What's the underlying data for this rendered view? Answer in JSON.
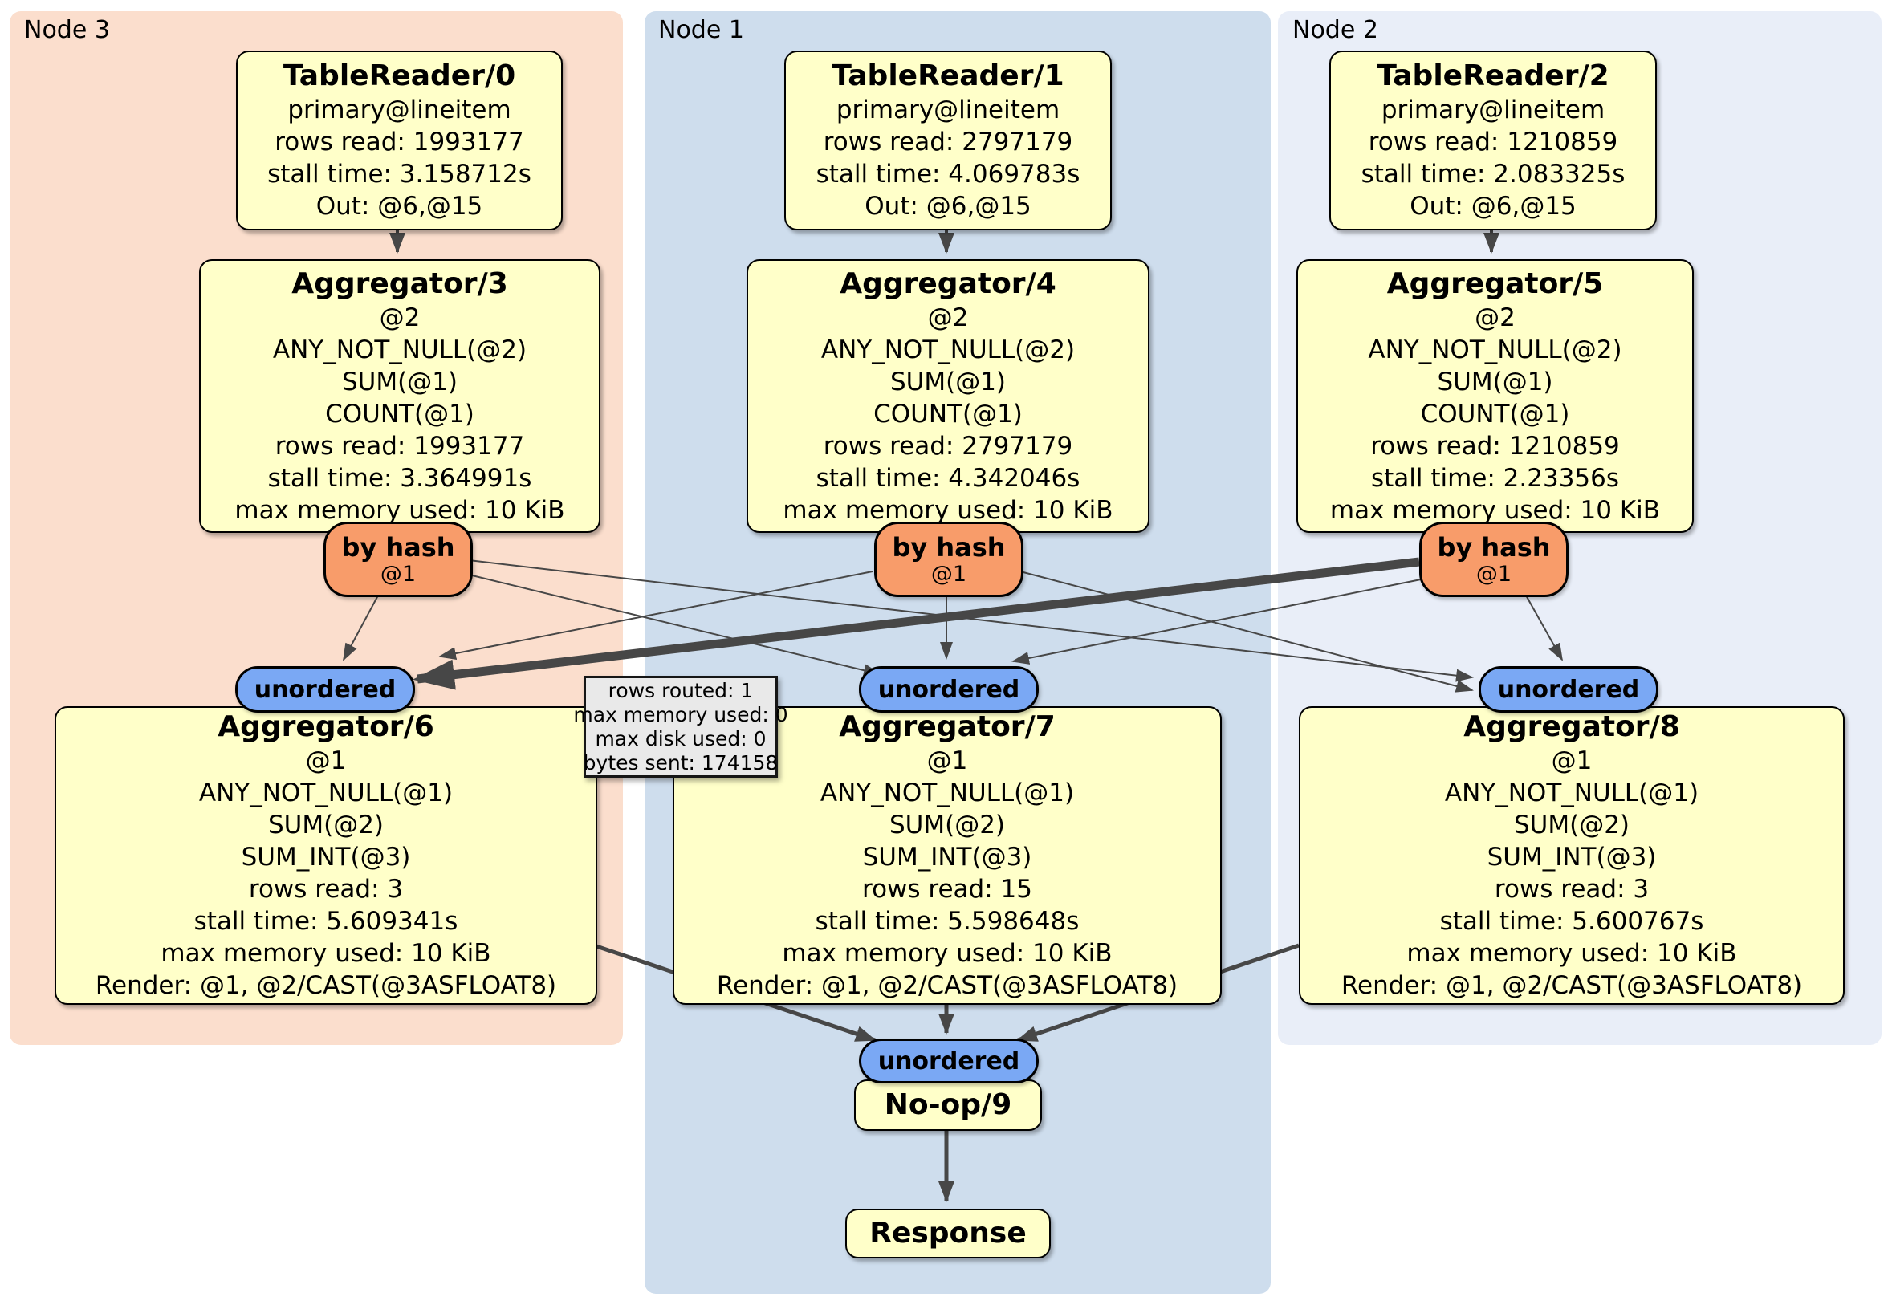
{
  "panels": [
    {
      "id": "node3",
      "label": "Node 3",
      "bg": "#fbdecd"
    },
    {
      "id": "node1",
      "label": "Node 1",
      "bg": "#cedded"
    },
    {
      "id": "node2",
      "label": "Node 2",
      "bg": "#e9eef8"
    }
  ],
  "processors": {
    "tr0": {
      "title": "TableReader/0",
      "lines": [
        "primary@lineitem",
        "rows read: 1993177",
        "stall time: 3.158712s",
        "Out: @6,@15"
      ]
    },
    "tr1": {
      "title": "TableReader/1",
      "lines": [
        "primary@lineitem",
        "rows read: 2797179",
        "stall time: 4.069783s",
        "Out: @6,@15"
      ]
    },
    "tr2": {
      "title": "TableReader/2",
      "lines": [
        "primary@lineitem",
        "rows read: 1210859",
        "stall time: 2.083325s",
        "Out: @6,@15"
      ]
    },
    "agg3": {
      "title": "Aggregator/3",
      "lines": [
        "@2",
        "ANY_NOT_NULL(@2)",
        "SUM(@1)",
        "COUNT(@1)",
        "rows read: 1993177",
        "stall time: 3.364991s",
        "max memory used: 10 KiB"
      ]
    },
    "agg4": {
      "title": "Aggregator/4",
      "lines": [
        "@2",
        "ANY_NOT_NULL(@2)",
        "SUM(@1)",
        "COUNT(@1)",
        "rows read: 2797179",
        "stall time: 4.342046s",
        "max memory used: 10 KiB"
      ]
    },
    "agg5": {
      "title": "Aggregator/5",
      "lines": [
        "@2",
        "ANY_NOT_NULL(@2)",
        "SUM(@1)",
        "COUNT(@1)",
        "rows read: 1210859",
        "stall time: 2.23356s",
        "max memory used: 10 KiB"
      ]
    },
    "agg6": {
      "title": "Aggregator/6",
      "lines": [
        "@1",
        "ANY_NOT_NULL(@1)",
        "SUM(@2)",
        "SUM_INT(@3)",
        "rows read: 3",
        "stall time: 5.609341s",
        "max memory used: 10 KiB",
        "Render: @1, @2/CAST(@3ASFLOAT8)"
      ]
    },
    "agg7": {
      "title": "Aggregator/7",
      "lines": [
        "@1",
        "ANY_NOT_NULL(@1)",
        "SUM(@2)",
        "SUM_INT(@3)",
        "rows read: 15",
        "stall time: 5.598648s",
        "max memory used: 10 KiB",
        "Render: @1, @2/CAST(@3ASFLOAT8)"
      ]
    },
    "agg8": {
      "title": "Aggregator/8",
      "lines": [
        "@1",
        "ANY_NOT_NULL(@1)",
        "SUM(@2)",
        "SUM_INT(@3)",
        "rows read: 3",
        "stall time: 5.600767s",
        "max memory used: 10 KiB",
        "Render: @1, @2/CAST(@3ASFLOAT8)"
      ]
    },
    "noop": {
      "title": "No-op/9"
    },
    "response": {
      "title": "Response"
    }
  },
  "routers": {
    "by_hash_label": "by hash",
    "by_hash_sub": "@1",
    "unordered_label": "unordered"
  },
  "edge_tooltip": {
    "lines": [
      "rows routed: 1",
      "max memory used: 0",
      "max disk used: 0",
      "bytes sent: 174158"
    ]
  },
  "edges": [
    {
      "from": "TableReader/0",
      "to": "Aggregator/3"
    },
    {
      "from": "TableReader/1",
      "to": "Aggregator/4"
    },
    {
      "from": "TableReader/2",
      "to": "Aggregator/5"
    },
    {
      "from": "by hash router of Aggregator/3",
      "to": "unordered sync of Aggregator/6"
    },
    {
      "from": "by hash router of Aggregator/3",
      "to": "unordered sync of Aggregator/7"
    },
    {
      "from": "by hash router of Aggregator/3",
      "to": "unordered sync of Aggregator/8"
    },
    {
      "from": "by hash router of Aggregator/4",
      "to": "unordered sync of Aggregator/6"
    },
    {
      "from": "by hash router of Aggregator/4",
      "to": "unordered sync of Aggregator/7"
    },
    {
      "from": "by hash router of Aggregator/4",
      "to": "unordered sync of Aggregator/8"
    },
    {
      "from": "by hash router of Aggregator/5",
      "to": "unordered sync of Aggregator/6",
      "thick": true
    },
    {
      "from": "by hash router of Aggregator/5",
      "to": "unordered sync of Aggregator/7"
    },
    {
      "from": "by hash router of Aggregator/5",
      "to": "unordered sync of Aggregator/8"
    },
    {
      "from": "Aggregator/6",
      "to": "unordered sync of No-op/9"
    },
    {
      "from": "Aggregator/7",
      "to": "unordered sync of No-op/9"
    },
    {
      "from": "Aggregator/8",
      "to": "unordered sync of No-op/9"
    },
    {
      "from": "No-op/9",
      "to": "Response"
    }
  ],
  "colors": {
    "panel_node3": "#fbdecd",
    "panel_node1": "#cedded",
    "panel_node2": "#e9eef8",
    "processor_fill": "#ffffc9",
    "router_fill": "#f89c6a",
    "sync_fill": "#7aa8f4",
    "tooltip_fill": "#e9e9e9",
    "edge": "#474747"
  }
}
